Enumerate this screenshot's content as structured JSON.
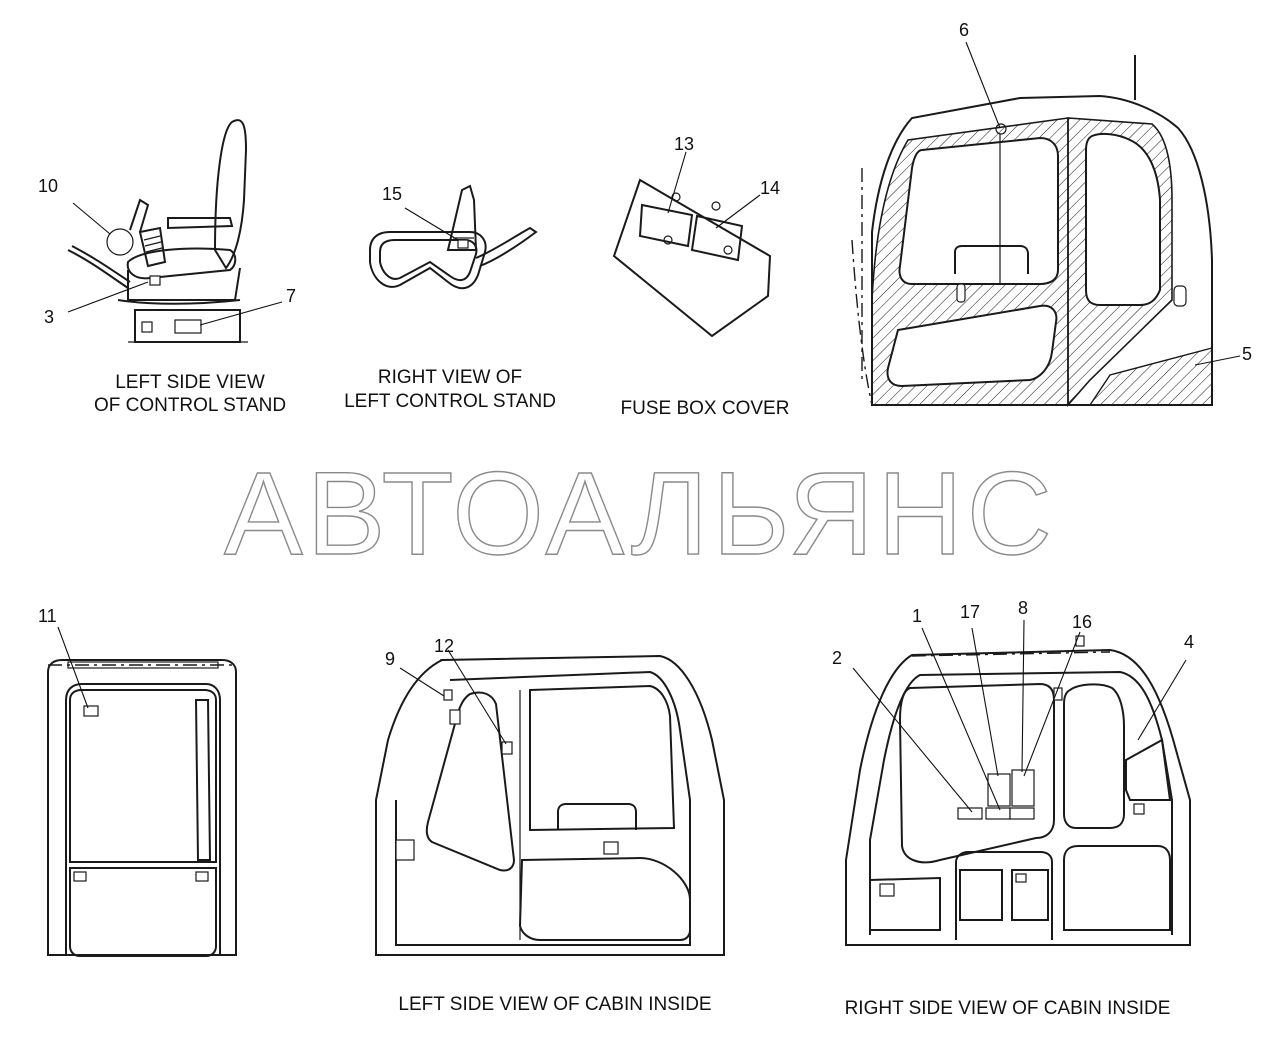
{
  "watermark": "АВТОАЛЬЯНС",
  "views": {
    "seat_left": {
      "caption_line1": "LEFT SIDE VIEW",
      "caption_line2": "OF CONTROL STAND"
    },
    "stand_right": {
      "caption_line1": "RIGHT VIEW OF",
      "caption_line2": "LEFT CONTROL STAND"
    },
    "fuse_box": {
      "caption": "FUSE BOX COVER"
    },
    "cabin_left_inside": {
      "caption": "LEFT SIDE VIEW OF CABIN INSIDE"
    },
    "cabin_right_inside": {
      "caption": "RIGHT  SIDE VIEW OF CABIN INSIDE"
    }
  },
  "callouts": {
    "c1": "1",
    "c2": "2",
    "c3": "3",
    "c4": "4",
    "c5": "5",
    "c6": "6",
    "c7": "7",
    "c8": "8",
    "c9": "9",
    "c10": "10",
    "c11": "11",
    "c12": "12",
    "c13": "13",
    "c14": "14",
    "c15": "15",
    "c16": "16",
    "c17": "17"
  }
}
